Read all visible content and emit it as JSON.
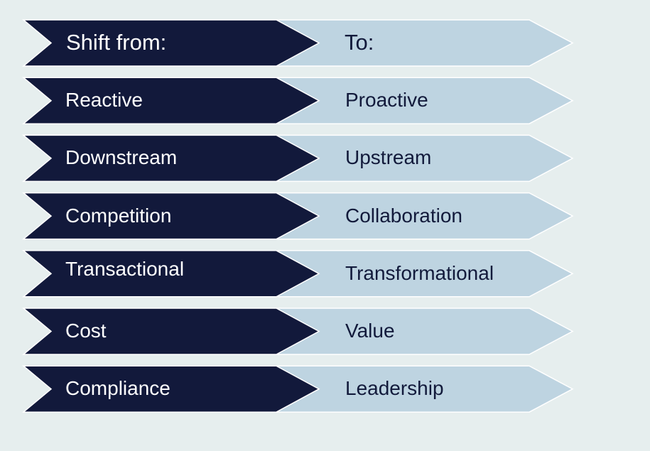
{
  "colors": {
    "background": "#e6eeee",
    "from_fill": "#12193b",
    "to_fill": "#bed4e1",
    "outline": "#ffffff",
    "from_text": "#ffffff",
    "to_text": "#121a3b"
  },
  "header": {
    "from_label": "Shift from:",
    "to_label": "To:"
  },
  "rows": [
    {
      "from": "Reactive",
      "to": "Proactive"
    },
    {
      "from": "Downstream",
      "to": "Upstream"
    },
    {
      "from": "Competition",
      "to": "Collaboration"
    },
    {
      "from": "Transactional",
      "to": "Transformational"
    },
    {
      "from": "Cost",
      "to": "Value"
    },
    {
      "from": "Compliance",
      "to": "Leadership"
    }
  ]
}
